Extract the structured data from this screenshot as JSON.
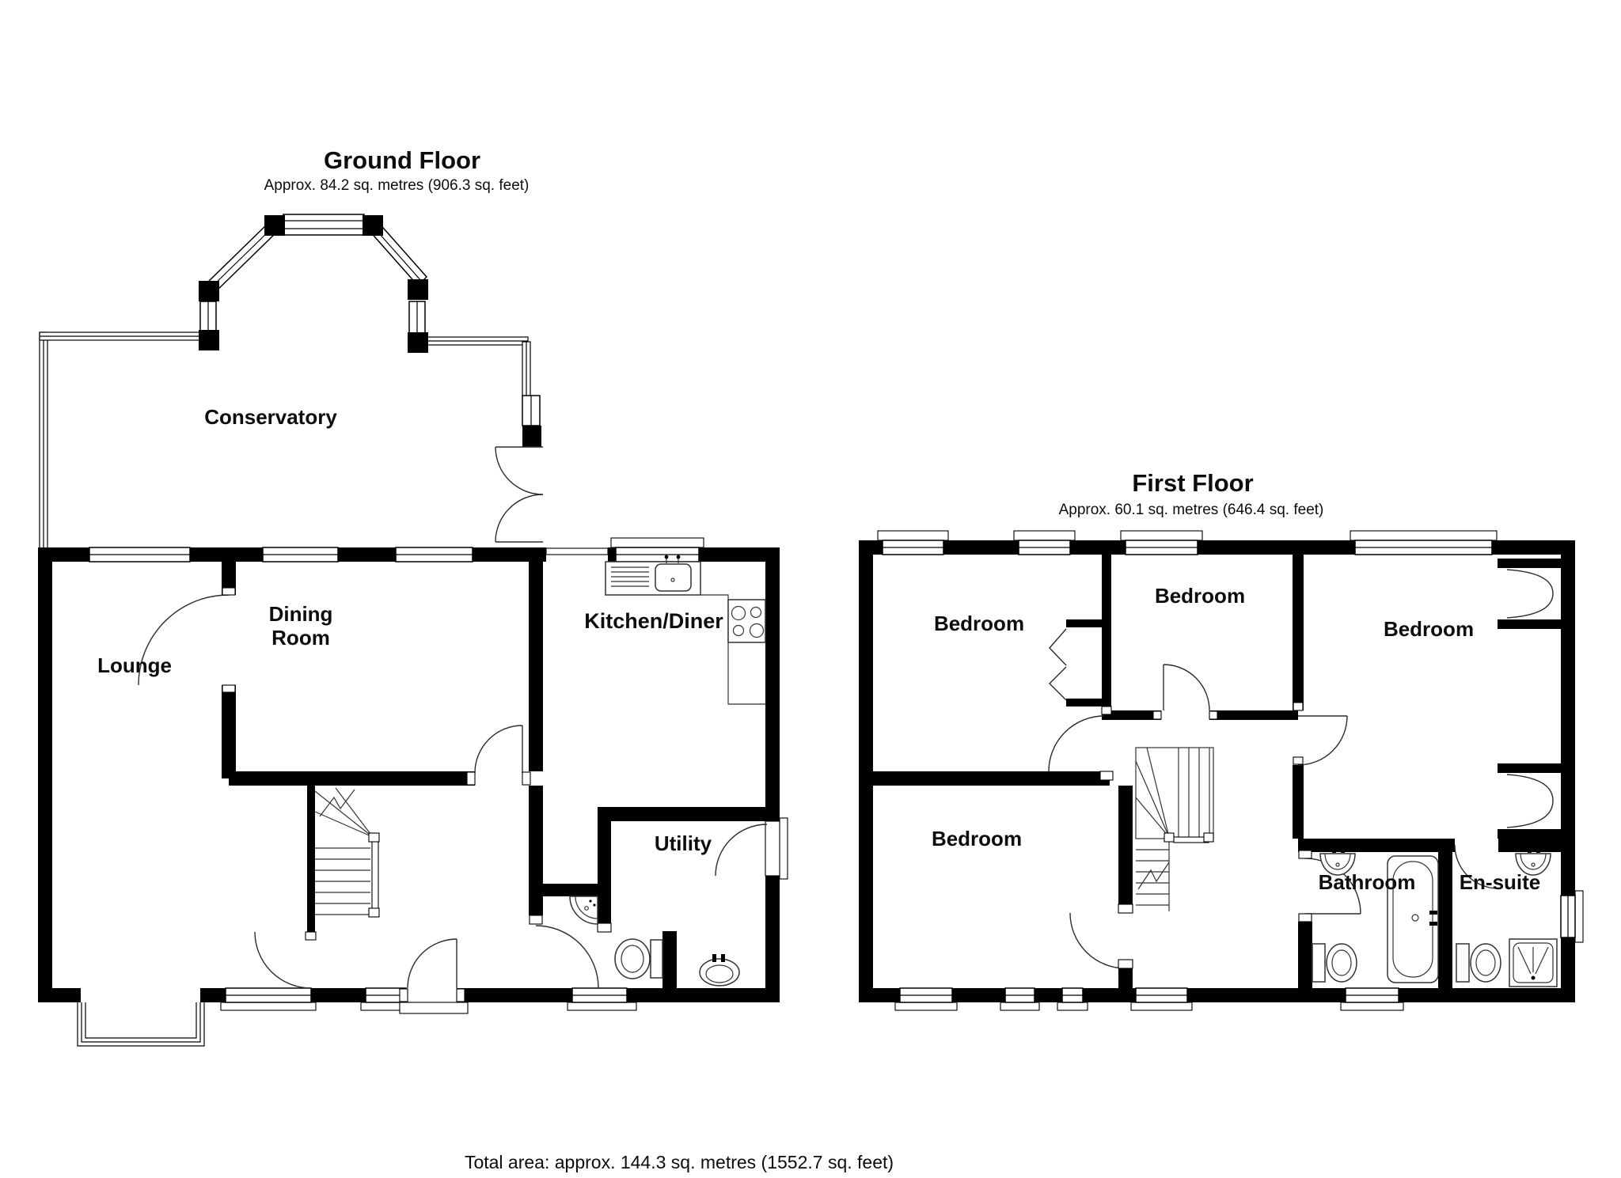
{
  "ground_floor": {
    "title": "Ground Floor",
    "subtitle": "Approx. 84.2 sq. metres (906.3 sq. feet)",
    "rooms": {
      "conservatory": "Conservatory",
      "lounge": "Lounge",
      "dining_line1": "Dining",
      "dining_line2": "Room",
      "kitchen": "Kitchen/Diner",
      "utility": "Utility"
    }
  },
  "first_floor": {
    "title": "First Floor",
    "subtitle": "Approx. 60.1 sq. metres (646.4 sq. feet)",
    "rooms": {
      "bedroom_front": "Bedroom",
      "bedroom_middle": "Bedroom",
      "bedroom_right": "Bedroom",
      "bedroom_back": "Bedroom",
      "bathroom": "Bathroom",
      "ensuite": "En-suite"
    }
  },
  "footer": {
    "total_area": "Total area: approx. 144.3 sq. metres (1552.7 sq. feet)"
  },
  "colors": {
    "wall": "#000000",
    "background": "#ffffff"
  }
}
